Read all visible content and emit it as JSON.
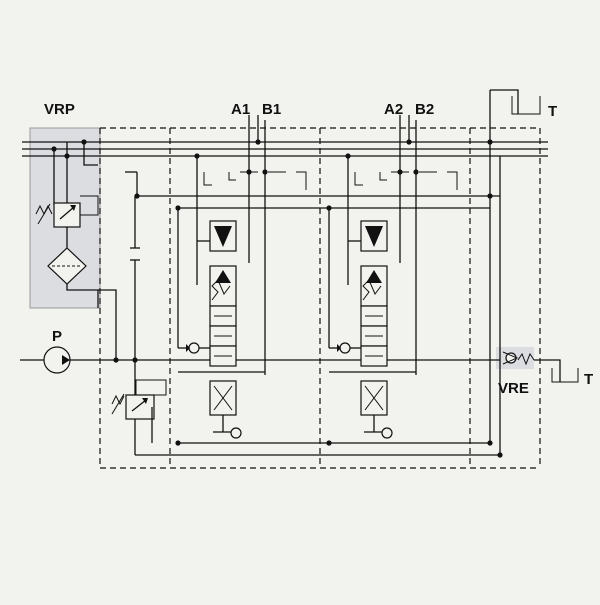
{
  "labels": {
    "vrp": "VRP",
    "a1": "A1",
    "b1": "B1",
    "a2": "A2",
    "b2": "B2",
    "t_top": "T",
    "t_right": "T",
    "p": "P",
    "vre": "VRE"
  },
  "colors": {
    "background": "#f2f2ee",
    "line": "#111111",
    "vrp_box": "#dcdde0",
    "vre_box": "#dcdde0"
  }
}
